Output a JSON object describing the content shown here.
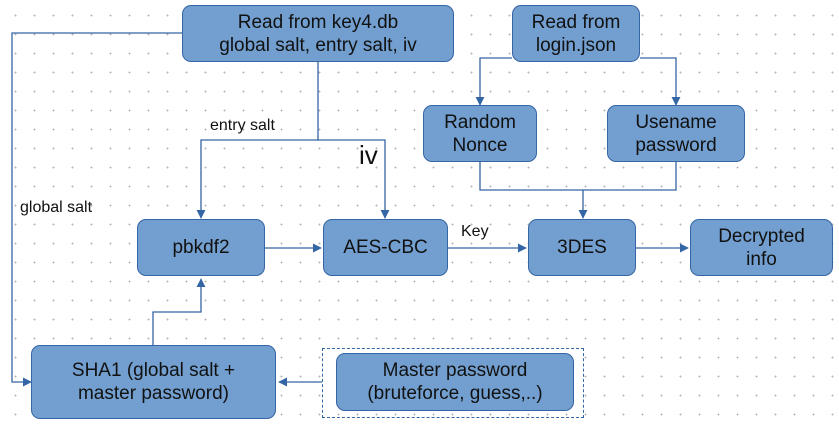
{
  "nodes": {
    "key4db": "Read from key4.db\nglobal salt, entry salt, iv",
    "loginjson": "Read from\nlogin.json",
    "nonce": "Random\nNonce",
    "userpass": "Usename\npassword",
    "pbkdf2": "pbkdf2",
    "aes": "AES-CBC",
    "des3": "3DES",
    "decrypted": "Decrypted\ninfo",
    "sha1": "SHA1 (global salt +\nmaster password)",
    "master": "Master password\n(bruteforce, guess,..)"
  },
  "edge_labels": {
    "entry_salt": "entry salt",
    "iv": "iv",
    "global_salt": "global salt",
    "key": "Key"
  },
  "colors": {
    "node_fill": "#729fcf",
    "node_border": "#3465a4",
    "edge": "#3465a4"
  }
}
